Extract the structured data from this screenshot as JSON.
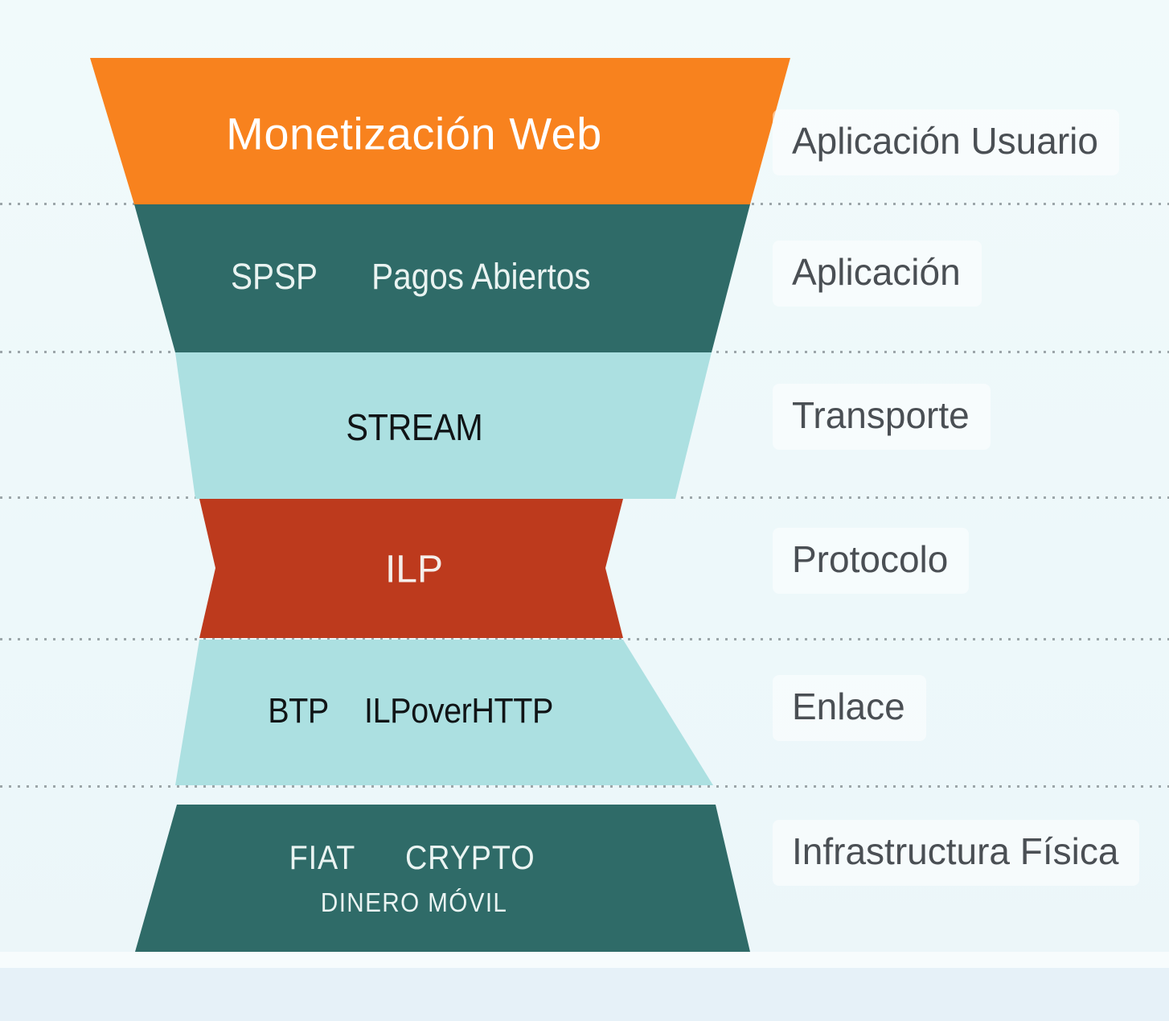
{
  "colors": {
    "background": "#EDF8FA",
    "bottom_band": "#E6F1F8",
    "dotted_line": "#8D979B",
    "side_label_text": "#4A4F54",
    "orange": "#F8821E",
    "dark_teal": "#2F6B68",
    "light_teal": "#ACE0E1",
    "red": "#BD3A1D"
  },
  "layers": [
    {
      "name": "monetizacion-web",
      "color": "#F8821E",
      "text_color": "#FFFFFF",
      "texts": [
        "Monetización Web"
      ],
      "right_label": "Aplicación Usuario"
    },
    {
      "name": "aplicacion",
      "color": "#2F6B68",
      "text_color": "#E9F3F1",
      "texts": [
        "SPSP",
        "Pagos Abiertos"
      ],
      "right_label": "Aplicación"
    },
    {
      "name": "transporte",
      "color": "#ACE0E1",
      "text_color": "#101416",
      "texts": [
        "STREAM"
      ],
      "right_label": "Transporte"
    },
    {
      "name": "protocolo",
      "color": "#BD3A1D",
      "text_color": "#F5EEEA",
      "texts": [
        "ILP"
      ],
      "right_label": "Protocolo"
    },
    {
      "name": "enlace",
      "color": "#ACE0E1",
      "text_color": "#101416",
      "texts": [
        "BTP",
        "ILPoverHTTP"
      ],
      "right_label": "Enlace"
    },
    {
      "name": "infraestructura-fisica",
      "color": "#2F6B68",
      "text_color": "#EAF4F2",
      "texts": [
        "FIAT",
        "CRYPTO"
      ],
      "line2": "DINERO MÓVIL",
      "right_label": "Infrastructura Física"
    }
  ]
}
